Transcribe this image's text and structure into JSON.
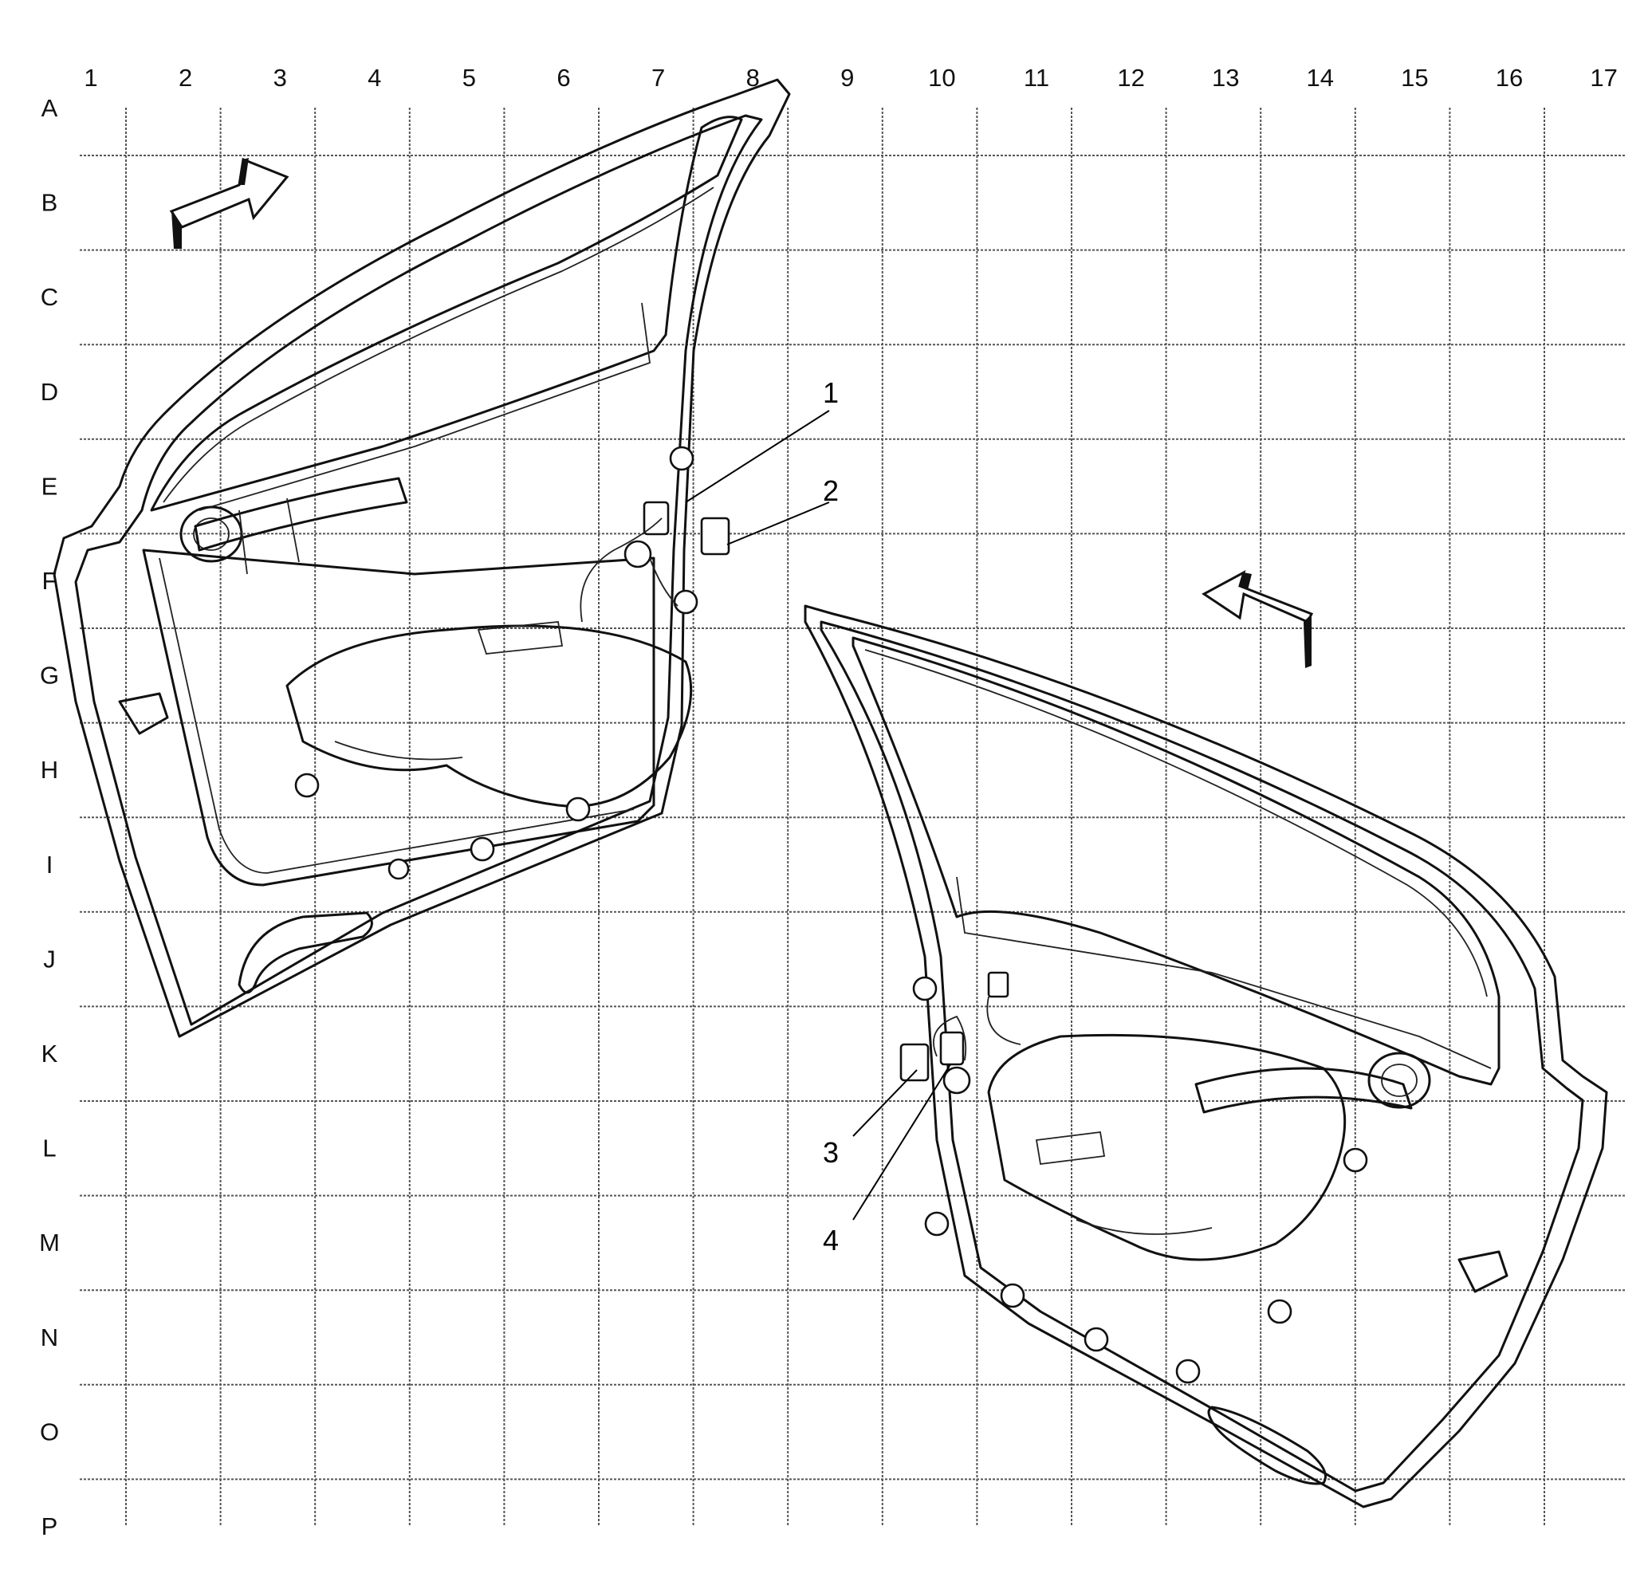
{
  "grid": {
    "columns": [
      "1",
      "2",
      "3",
      "4",
      "5",
      "6",
      "7",
      "8",
      "9",
      "10",
      "11",
      "12",
      "13",
      "14",
      "15",
      "16",
      "17"
    ],
    "rows": [
      "A",
      "B",
      "C",
      "D",
      "E",
      "F",
      "G",
      "H",
      "I",
      "J",
      "K",
      "L",
      "M",
      "N",
      "O",
      "P"
    ]
  },
  "callouts": [
    {
      "id": "1",
      "text": "1"
    },
    {
      "id": "2",
      "text": "2"
    },
    {
      "id": "3",
      "text": "3"
    },
    {
      "id": "4",
      "text": "4"
    }
  ],
  "icons": {
    "front_arrow": "direction-arrow-icon",
    "rear_arrow": "direction-arrow-icon"
  }
}
